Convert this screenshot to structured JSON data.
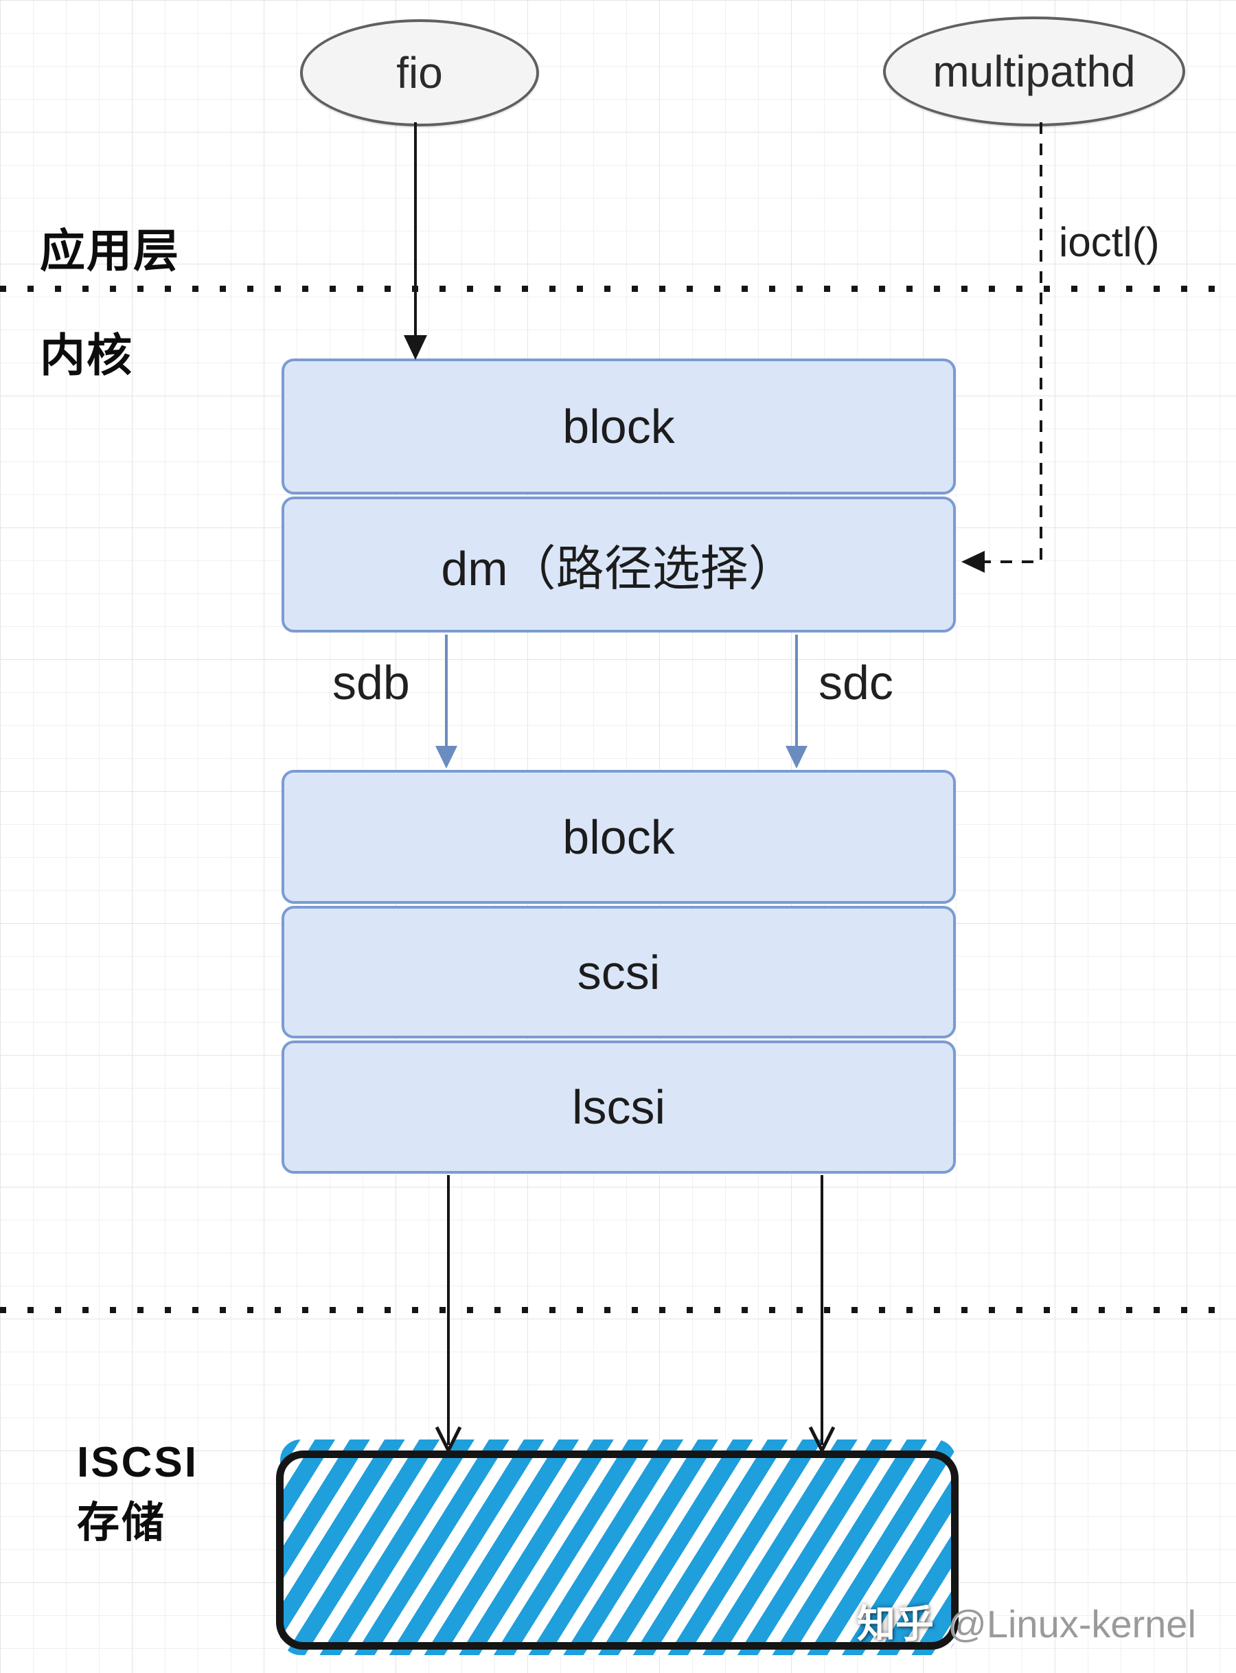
{
  "layers": {
    "application": {
      "label": "应用层"
    },
    "kernel": {
      "label": "内核"
    },
    "storage": {
      "label_line1": "ISCSI",
      "label_line2": "存储"
    }
  },
  "nodes": {
    "fio": {
      "label": "fio"
    },
    "multipathd": {
      "label": "multipathd"
    },
    "block_upper": {
      "label": "block"
    },
    "dm": {
      "label": "dm（路径选择）"
    },
    "block_lower": {
      "label": "block"
    },
    "scsi": {
      "label": "scsi"
    },
    "lscsi": {
      "label": "lscsi"
    }
  },
  "edges": {
    "ioctl_label": "ioctl()",
    "sdb_label": "sdb",
    "sdc_label": "sdc"
  },
  "watermark": {
    "brand": "知乎",
    "handle": "@Linux-kernel"
  },
  "colors": {
    "node_fill": "#dae6f8",
    "node_stroke": "#7b9bd2",
    "ellipse_fill": "#f4f4f4",
    "ellipse_stroke": "#606060",
    "arrow_black": "#161616",
    "arrow_blue": "#6b8cbf",
    "stripe_blue": "#1f9fdc",
    "watermark_gray": "#9a9a9a"
  }
}
